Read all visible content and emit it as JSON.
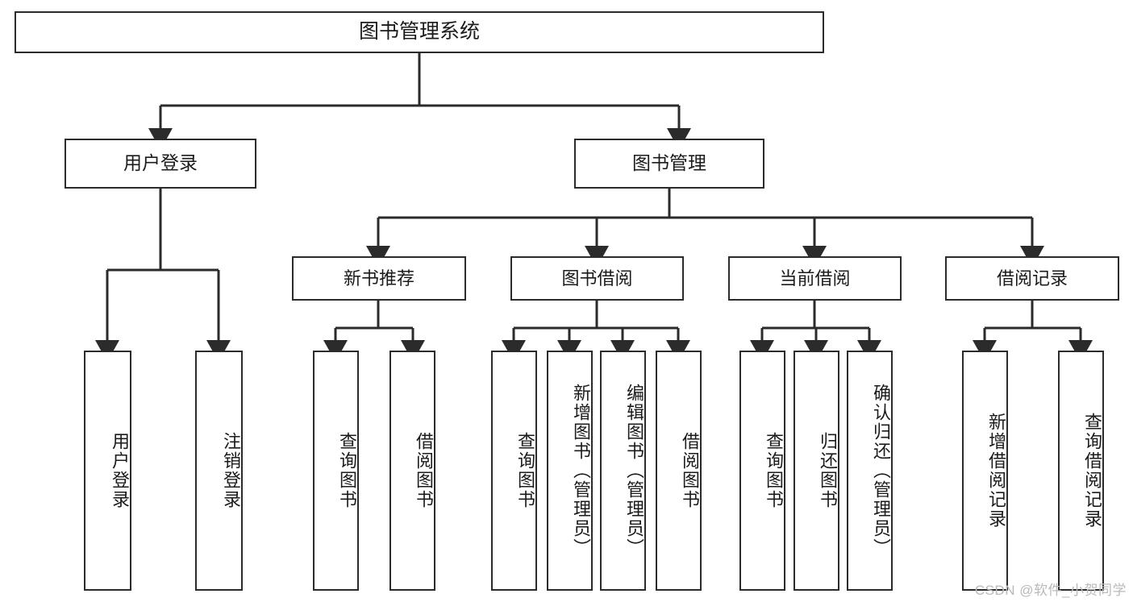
{
  "diagram": {
    "title": "图书管理系统",
    "type": "tree-hierarchy",
    "orientation": "top-down",
    "colors": {
      "box_border": "#2b2b2b",
      "box_fill": "#ffffff",
      "edge": "#2b2b2b",
      "text": "#1b1b1b",
      "watermark": "#b9b9b9"
    },
    "nodes": {
      "root": {
        "label": "图书管理系统"
      },
      "level1": [
        {
          "id": "user-login",
          "label": "用户登录"
        },
        {
          "id": "book-management",
          "label": "图书管理"
        }
      ],
      "level2": [
        {
          "id": "new-book-recommend",
          "label": "新书推荐",
          "parent": "book-management"
        },
        {
          "id": "book-borrow",
          "label": "图书借阅",
          "parent": "book-management"
        },
        {
          "id": "current-borrow",
          "label": "当前借阅",
          "parent": "book-management"
        },
        {
          "id": "borrow-record",
          "label": "借阅记录",
          "parent": "book-management"
        }
      ],
      "leaves": [
        {
          "id": "leaf-user-login",
          "label": "用户登录",
          "parent": "user-login"
        },
        {
          "id": "leaf-logout-login",
          "label": "注销登录",
          "parent": "user-login"
        },
        {
          "id": "leaf-query-book-1",
          "label": "查询图书",
          "parent": "new-book-recommend"
        },
        {
          "id": "leaf-borrow-book-1",
          "label": "借阅图书",
          "parent": "new-book-recommend"
        },
        {
          "id": "leaf-query-book-2",
          "label": "查询图书",
          "parent": "book-borrow"
        },
        {
          "id": "leaf-add-book",
          "label": "新增图书（管理员）",
          "parent": "book-borrow"
        },
        {
          "id": "leaf-edit-book",
          "label": "编辑图书（管理员）",
          "parent": "book-borrow"
        },
        {
          "id": "leaf-borrow-book-2",
          "label": "借阅图书",
          "parent": "book-borrow"
        },
        {
          "id": "leaf-query-book-3",
          "label": "查询图书",
          "parent": "current-borrow"
        },
        {
          "id": "leaf-return-book",
          "label": "归还图书",
          "parent": "current-borrow"
        },
        {
          "id": "leaf-confirm-return",
          "label": "确认归还（管理员）",
          "parent": "current-borrow"
        },
        {
          "id": "leaf-add-record",
          "label": "新增借阅记录",
          "parent": "borrow-record"
        },
        {
          "id": "leaf-query-record",
          "label": "查询借阅记录",
          "parent": "borrow-record"
        }
      ]
    },
    "watermark": "CSDN @软件_小贺同学"
  }
}
